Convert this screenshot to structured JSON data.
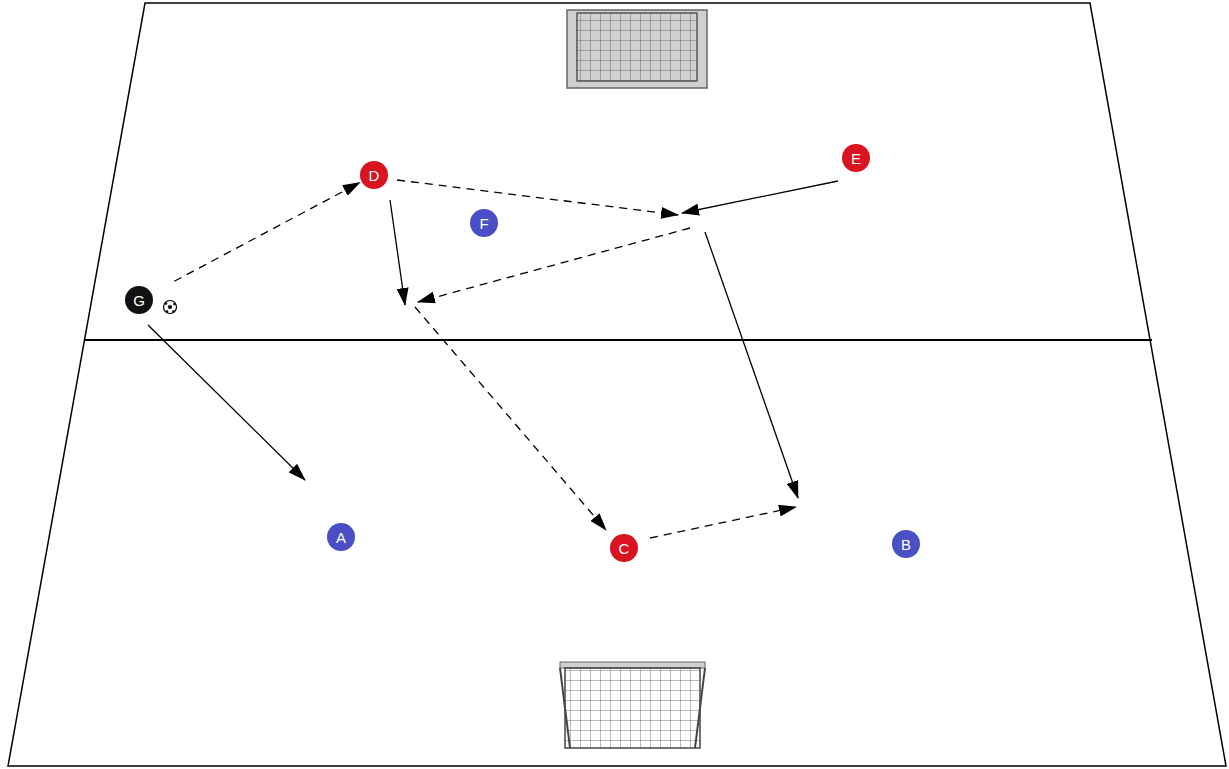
{
  "diagram": {
    "nodes": [
      {
        "text": [
          "D"
        ]
      },
      {
        "text": [
          "E"
        ]
      },
      {
        "text": [
          "F"
        ]
      },
      {
        "text": [
          "G"
        ]
      },
      {
        "text": [
          "A"
        ]
      },
      {
        "text": [
          "C"
        ]
      },
      {
        "text": [
          "B"
        ]
      }
    ],
    "edges": [
      {
        "from": 3,
        "to": 0,
        "arrow": "to"
      }
    ]
  }
}
